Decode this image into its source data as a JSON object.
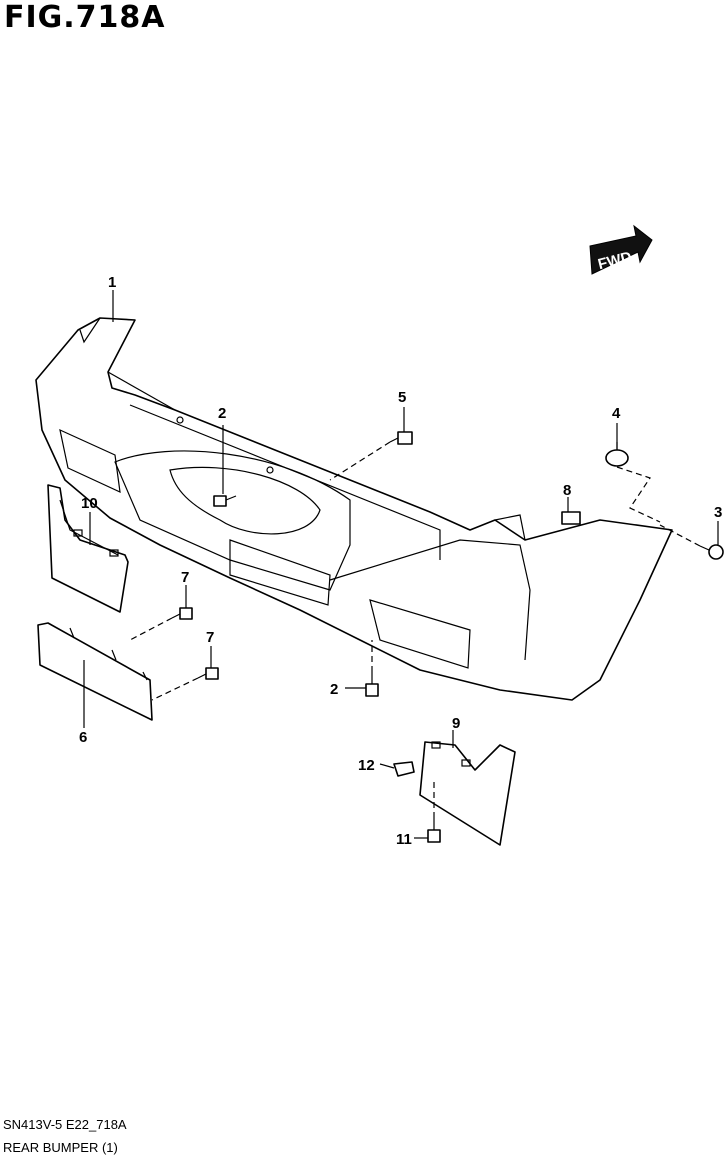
{
  "figure": {
    "title": "FIG.718A",
    "reference_code": "SN413V-5 E22_718A",
    "caption": "REAR BUMPER (1)"
  },
  "direction_badge": {
    "label": "FWD"
  },
  "callouts": {
    "c1": "1",
    "c2a": "2",
    "c2b": "2",
    "c3": "3",
    "c4": "4",
    "c5": "5",
    "c6": "6",
    "c7a": "7",
    "c7b": "7",
    "c8": "8",
    "c9": "9",
    "c10": "10",
    "c11": "11",
    "c12": "12"
  }
}
